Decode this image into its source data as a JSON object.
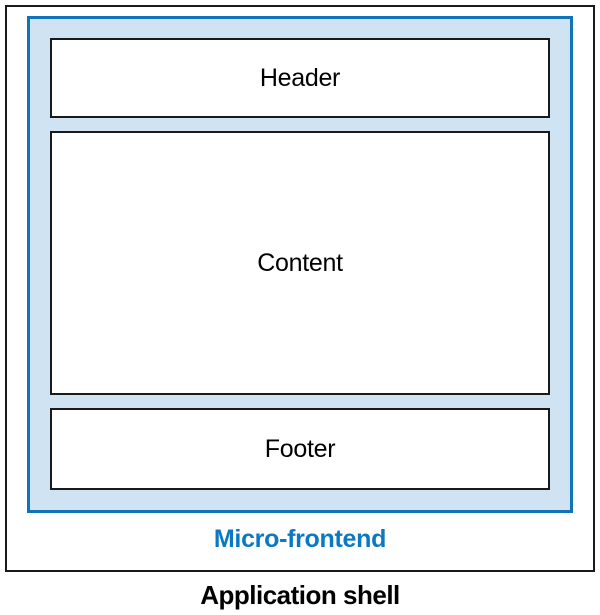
{
  "diagram": {
    "application_shell": {
      "label": "Application shell"
    },
    "micro_frontend": {
      "label": "Micro-frontend"
    },
    "boxes": [
      {
        "id": "header",
        "label": "Header"
      },
      {
        "id": "content",
        "label": "Content"
      },
      {
        "id": "footer",
        "label": "Footer"
      }
    ],
    "colors": {
      "micro_frontend_fill": "#cfe3f2",
      "micro_frontend_border": "#1173b9",
      "micro_frontend_label_text": "#0b79c2",
      "box_border": "#1a1a1a"
    }
  }
}
